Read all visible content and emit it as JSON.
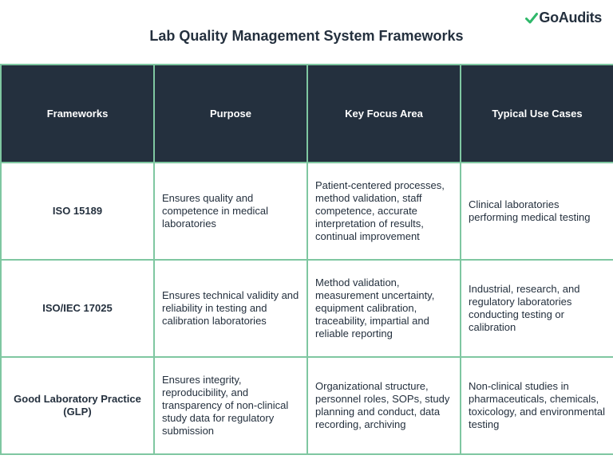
{
  "brand": {
    "name": "GoAudits",
    "check_color": "#2fb86a"
  },
  "title": "Lab Quality Management System Frameworks",
  "table": {
    "headers": [
      "Frameworks",
      "Purpose",
      "Key Focus Area",
      "Typical Use Cases"
    ],
    "rows": [
      {
        "framework": "ISO 15189",
        "purpose": "Ensures quality and competence in medical laboratories",
        "focus": "Patient-centered processes, method validation, staff competence, accurate interpretation of results, continual improvement",
        "use_cases": "Clinical laboratories performing medical testing"
      },
      {
        "framework": "ISO/IEC 17025",
        "purpose": "Ensures technical validity and reliability in testing and calibration laboratories",
        "focus": "Method validation, measurement uncertainty, equipment calibration, traceability, impartial and reliable reporting",
        "use_cases": "Industrial, research, and regulatory laboratories conducting testing or calibration"
      },
      {
        "framework": "Good Laboratory Practice (GLP)",
        "purpose": "Ensures integrity, reproducibility, and transparency of non-clinical study data for regulatory submission",
        "focus": "Organizational structure, personnel roles, SOPs, study planning and conduct, data recording, archiving",
        "use_cases": "Non-clinical studies in pharmaceuticals, chemicals, toxicology, and environmental testing"
      }
    ]
  }
}
